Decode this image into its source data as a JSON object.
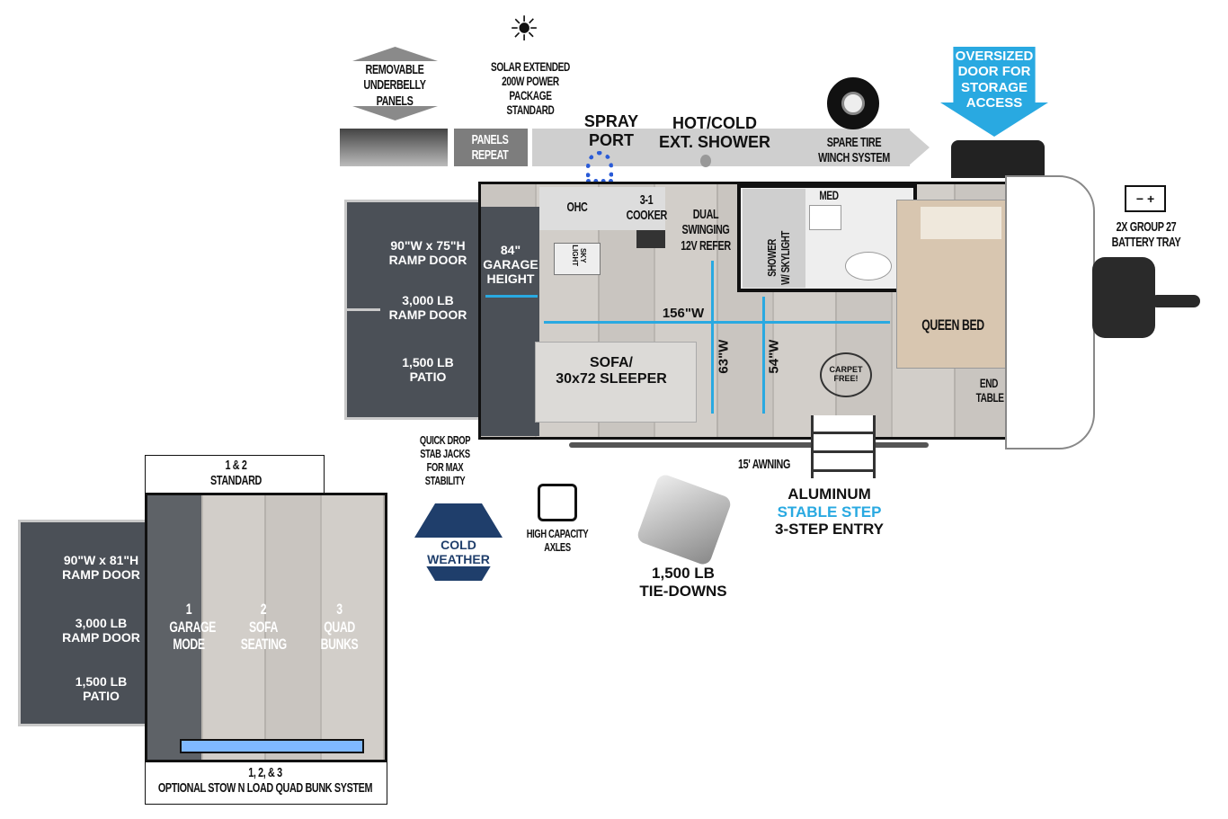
{
  "top_features": {
    "underbelly": [
      "REMOVABLE",
      "UNDERBELLY",
      "PANELS"
    ],
    "solar": [
      "SOLAR EXTENDED",
      "200W POWER PACKAGE",
      "STANDARD"
    ],
    "panels_repeat": [
      "PANELS",
      "REPEAT"
    ],
    "spray_port": [
      "SPRAY",
      "PORT"
    ],
    "shower": [
      "HOT/COLD",
      "EXT. SHOWER"
    ],
    "spare_tire": [
      "SPARE TIRE",
      "WINCH SYSTEM"
    ],
    "oversized_door": [
      "OVERSIZED",
      "DOOR FOR",
      "STORAGE",
      "ACCESS"
    ]
  },
  "ramp": {
    "size": [
      "90\"W x 75\"H",
      "RAMP DOOR"
    ],
    "rating": [
      "3,000 LB",
      "RAMP DOOR"
    ],
    "patio": [
      "1,500 LB",
      "PATIO"
    ]
  },
  "interior": {
    "garage_height": [
      "84\"",
      "GARAGE",
      "HEIGHT"
    ],
    "ohc": "OHC",
    "skylight": [
      "SKY",
      "LIGHT"
    ],
    "cooker": [
      "3-1",
      "COOKER"
    ],
    "refer": [
      "DUAL SWINGING",
      "12V REFER"
    ],
    "shower": [
      "SHOWER",
      "W/ SKYLIGHT"
    ],
    "med": "MED",
    "width": "156\"W",
    "sofa": [
      "SOFA/",
      "30x72 SLEEPER"
    ],
    "dim63": "63\"W",
    "dim54": "54\"W",
    "carpet": [
      "CARPET",
      "FREE!"
    ],
    "bed": "QUEEN BED",
    "end_table": [
      "END",
      "TABLE"
    ]
  },
  "battery": [
    "2X GROUP 27",
    "BATTERY TRAY"
  ],
  "under": {
    "stab": [
      "QUICK DROP",
      "STAB JACKS",
      "FOR MAX STABILITY"
    ],
    "awning": "15' AWNING",
    "axles": [
      "HIGH CAPACITY",
      "AXLES"
    ],
    "tiedowns": [
      "1,500 LB",
      "TIE-DOWNS"
    ],
    "entry": [
      "ALUMINUM",
      "STABLE STEP",
      "3-STEP ENTRY"
    ]
  },
  "badge": {
    "title": "COLD WEATHER"
  },
  "inset": {
    "standard": [
      "1 & 2",
      "STANDARD"
    ],
    "ramp_size": [
      "90\"W x 81\"H",
      "RAMP DOOR"
    ],
    "rating": [
      "3,000 LB",
      "RAMP DOOR"
    ],
    "patio": [
      "1,500 LB",
      "PATIO"
    ],
    "modes": [
      [
        "1",
        "GARAGE",
        "MODE"
      ],
      [
        "2",
        "SOFA",
        "SEATING"
      ],
      [
        "3",
        "QUAD",
        "BUNKS"
      ]
    ],
    "optional": [
      "1, 2, & 3",
      "OPTIONAL STOW N LOAD QUAD BUNK SYSTEM"
    ]
  },
  "colors": {
    "accent": "#29a9e1",
    "ramp": "#4b5057"
  }
}
